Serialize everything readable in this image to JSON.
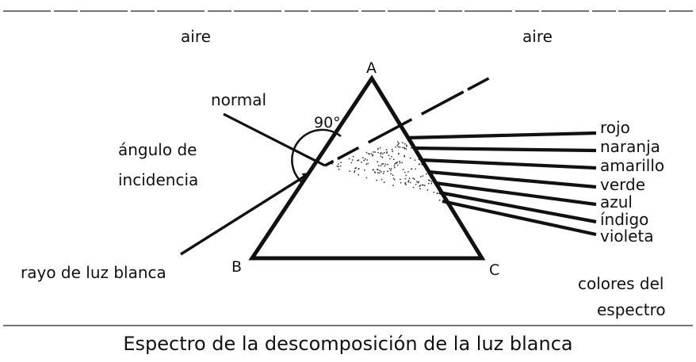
{
  "labels": {
    "air_left": "aire",
    "air_right": "aire",
    "normal": "normal",
    "angle_value": "90°",
    "incidence_line1": "ángulo de",
    "incidence_line2": "incidencia",
    "white_ray": "rayo de luz blanca",
    "spectrum_line1": "colores del",
    "spectrum_line2": "espectro"
  },
  "vertices": {
    "a": "A",
    "b": "B",
    "c": "C"
  },
  "colors": [
    "rojo",
    "naranja",
    "amarillo",
    "verde",
    "azul",
    "índigo",
    "violeta"
  ],
  "caption": "Espectro de la descomposición de la luz blanca"
}
